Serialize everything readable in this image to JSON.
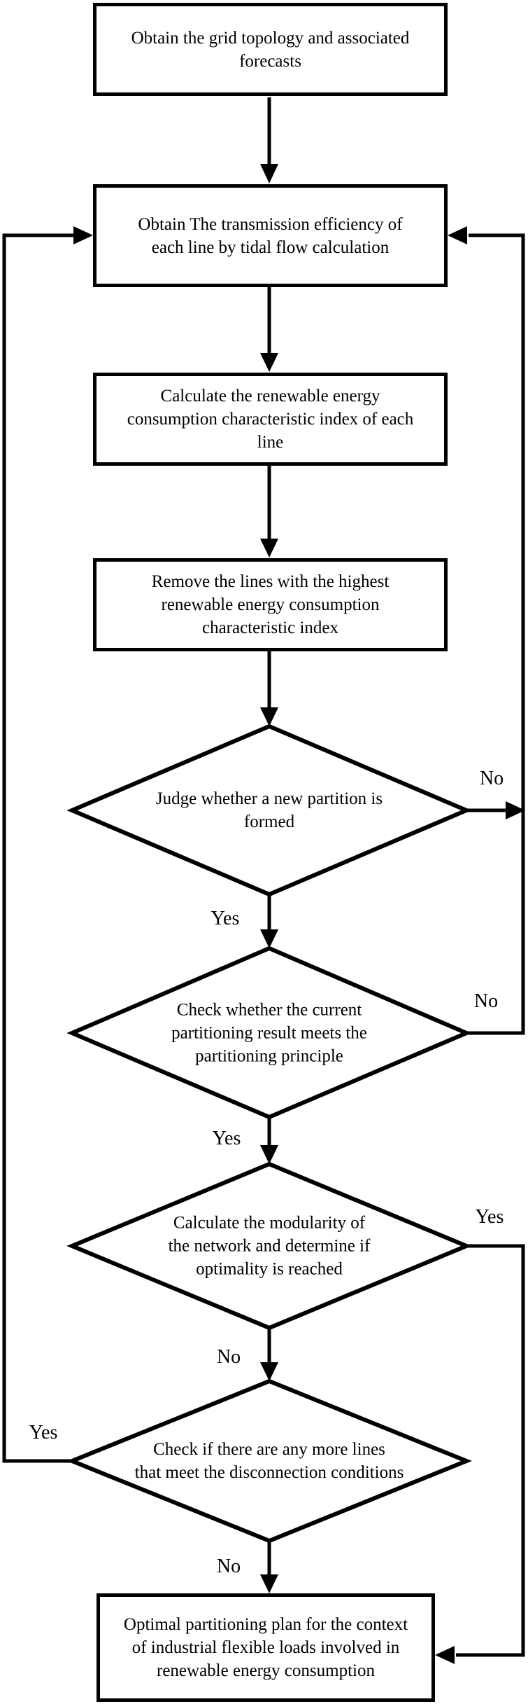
{
  "figure": {
    "background_color": "#ffffff",
    "line_color": "#000000",
    "process_steps": [
      {
        "lines": [
          "Obtain the grid topology and associated",
          "forecasts"
        ]
      },
      {
        "lines": [
          "Obtain The transmission efficiency of",
          "each line by tidal flow calculation"
        ]
      },
      {
        "lines": [
          "Calculate the renewable energy",
          "consumption characteristic index of each",
          "line"
        ]
      },
      {
        "lines": [
          "Remove the lines with the highest",
          "renewable energy consumption",
          "characteristic index"
        ]
      },
      {
        "lines": [
          "Optimal partitioning plan for the context",
          "of industrial flexible loads involved in",
          "renewable energy consumption"
        ]
      }
    ],
    "decisions": [
      {
        "lines": [
          "Judge whether a new partition is",
          "formed"
        ],
        "no_label": "No",
        "yes_label": "Yes"
      },
      {
        "lines": [
          "Check whether the current",
          "partitioning result meets the",
          "partitioning principle"
        ],
        "no_label": "No",
        "yes_label": "Yes"
      },
      {
        "lines": [
          "Calculate the modularity of",
          "the network and determine if",
          "optimality is reached"
        ],
        "yes_label": "Yes",
        "no_label": "No"
      },
      {
        "lines": [
          "Check if there are any more lines",
          "that meet the disconnection conditions"
        ],
        "yes_label": "Yes",
        "no_label": "No"
      }
    ]
  }
}
